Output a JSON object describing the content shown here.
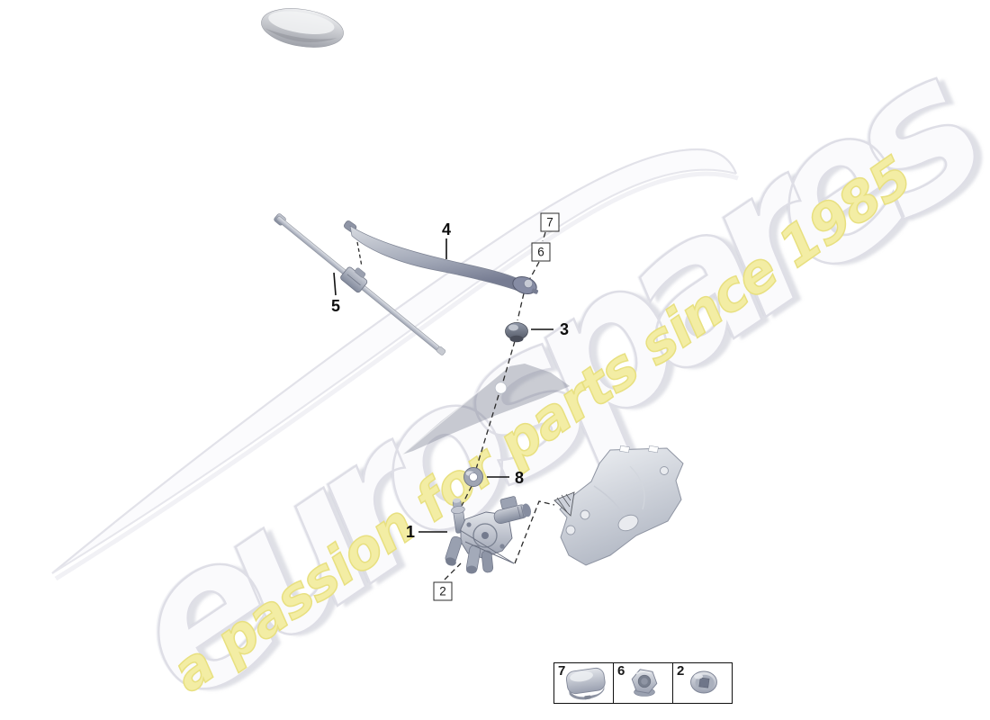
{
  "page": {
    "background": "#ffffff"
  },
  "watermark": {
    "brand_text": "eurospares",
    "tagline_text": "a passion for parts since 1985",
    "brand_color": "#ededf1",
    "tagline_color": "#f1eca0"
  },
  "callouts": {
    "c1": {
      "label": "1"
    },
    "c2": {
      "label": "2"
    },
    "c3": {
      "label": "3"
    },
    "c4": {
      "label": "4"
    },
    "c5": {
      "label": "5"
    },
    "c6": {
      "label": "6"
    },
    "c7": {
      "label": "7"
    },
    "c8": {
      "label": "8"
    }
  },
  "legend": {
    "cells": [
      {
        "label": "7",
        "part": "cover-cap"
      },
      {
        "label": "6",
        "part": "hex-nut"
      },
      {
        "label": "2",
        "part": "cap-washer"
      }
    ]
  },
  "colors": {
    "part_metal_light": "#dfe2e7",
    "part_metal_dark": "#80879a",
    "line": "#1a1a1a",
    "glass_fill": "#7b8090"
  }
}
